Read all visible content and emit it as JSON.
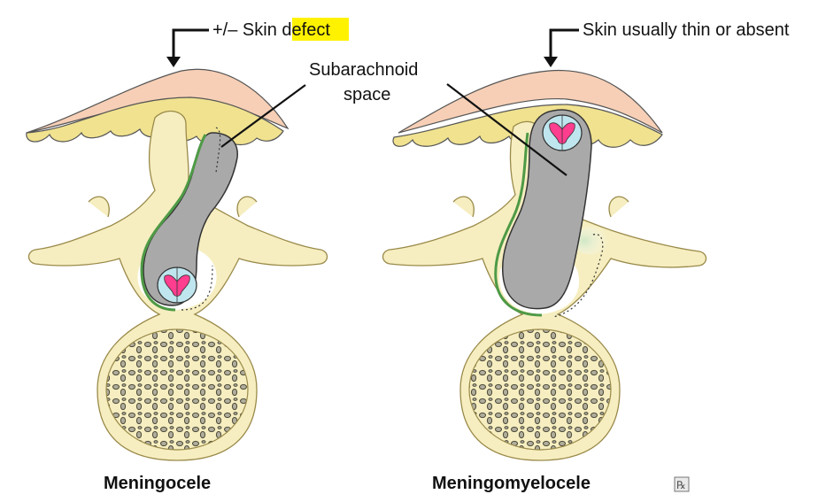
{
  "labels": {
    "left_prefix": "+/– Skin ",
    "left_highlight": "defect",
    "right_top": "Skin usually thin or absent",
    "subarachnoid_line1": "Subarachnoid",
    "subarachnoid_line2": "space",
    "caption_left": "Meningocele",
    "caption_right": "Meningomyelocele",
    "logo": "℞"
  },
  "colors": {
    "bone": "#f6eec0",
    "bone_stroke": "#9a8a4a",
    "trabecula": "#b0ad9b",
    "skin": "#f6cfb6",
    "fat": "#f0e28f",
    "sac": "#a9a9a9",
    "dura_green": "#4e9a46",
    "cord_blue": "#bfe6ee",
    "cord_gray": "#ff3e8f",
    "highlight": "#fff200"
  }
}
